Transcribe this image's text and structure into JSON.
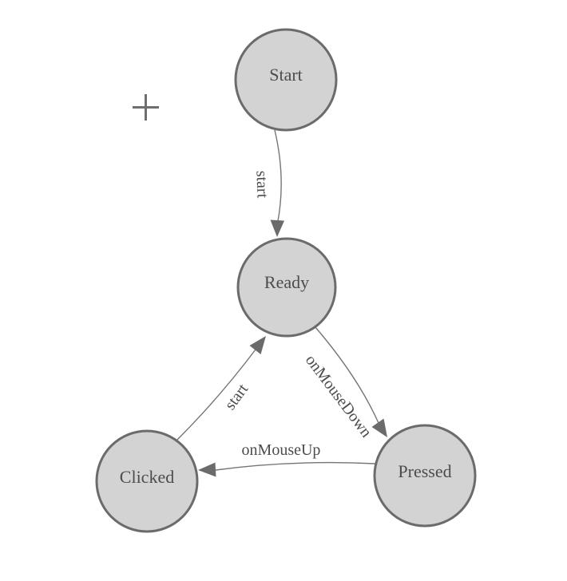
{
  "colors": {
    "background": "#ffffff",
    "node_fill": "#d3d3d3",
    "node_border": "#6b6b6b",
    "edge": "#757575",
    "arrowhead": "#6b6b6b",
    "text": "#4c4c4c",
    "plus": "#6e6e6e"
  },
  "diagram": {
    "nodes": [
      {
        "id": "start",
        "label": "Start"
      },
      {
        "id": "ready",
        "label": "Ready"
      },
      {
        "id": "clicked",
        "label": "Clicked"
      },
      {
        "id": "pressed",
        "label": "Pressed"
      }
    ],
    "edges": [
      {
        "from": "start",
        "to": "ready",
        "label": "start"
      },
      {
        "from": "ready",
        "to": "pressed",
        "label": "onMouseDown"
      },
      {
        "from": "pressed",
        "to": "clicked",
        "label": "onMouseUp"
      },
      {
        "from": "clicked",
        "to": "ready",
        "label": "start"
      }
    ]
  }
}
